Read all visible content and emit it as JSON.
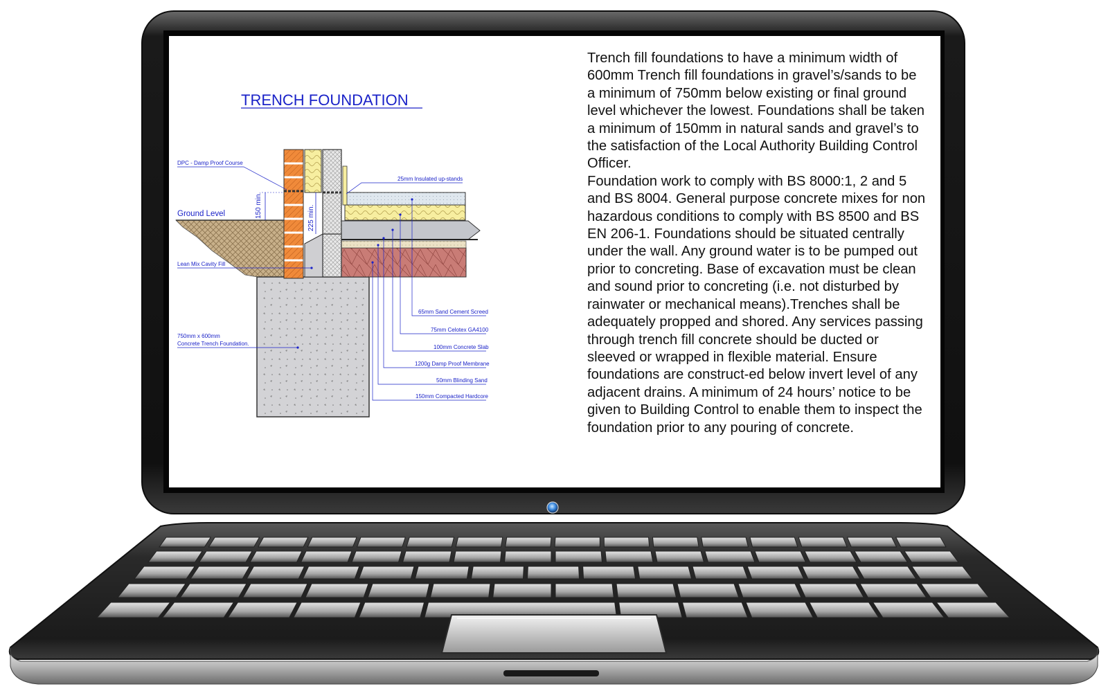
{
  "diagram": {
    "title": "TRENCH  FOUNDATION",
    "labels": {
      "dpc": "DPC - Damp Proof Course",
      "upstands": "25mm  Insulated up-stands",
      "ground_level": "Ground Level",
      "dim_150": "150 min.",
      "dim_225": "225 min.",
      "lean_mix": "Lean Mix Cavity Fill",
      "trench_1": "750mm x 600mm",
      "trench_2": "Concrete Trench Foundation.",
      "screed": "65mm Sand Cement Screed",
      "celotex": "75mm Celotex GA4100",
      "slab": "100mm Concrete Slab",
      "dpm": "1200g Damp Proof Membrane",
      "blinding": "50mm Blinding Sand",
      "hardcore": "150mm Compacted Hardcore"
    }
  },
  "text": {
    "paragraph_1": "Trench fill foundations to have a minimum width of 600mm Trench fill foundations in gravel’s/sands to be a minimum of 750mm below existing or final ground level whichever the lowest. Foundations shall be taken a minimum of 150mm in natural sands and gravel’s to the satisfaction of the Local Authority Building Control Officer.",
    "paragraph_2": "Foundation work to comply with BS 8000:1, 2 and 5 and BS 8004. General purpose concrete mixes for non hazardous conditions to comply with BS 8500 and BS EN 206-1. Foundations should be situated centrally under the wall. Any ground water is to be pumped out prior to concreting. Base of excavation must be clean and sound prior to concreting (i.e. not disturbed by rainwater or mechanical means).Trenches shall be adequately propped and shored. Any services passing through trench fill concrete should be ducted or sleeved or wrapped in flexible material. Ensure foundations are construct-ed below invert level of any adjacent drains. A minimum of 24 hours’ notice to be given to Building Control to enable them to inspect the foundation prior to any pouring of concrete."
  },
  "colors": {
    "link_blue": "#1a22c8",
    "brick": "#f08a3a",
    "insulation": "#f7eea0",
    "concrete": "#d3d3d6",
    "hardcore": "#c97c76"
  },
  "icons": [
    "webcam-icon"
  ]
}
